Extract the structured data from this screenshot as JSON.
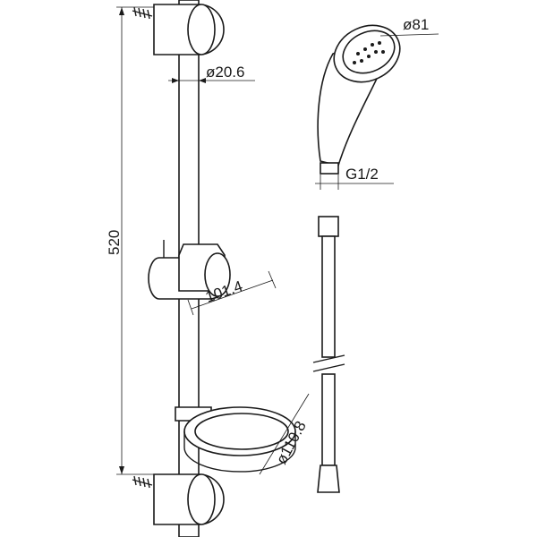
{
  "title": "Shower rail set dimensional drawing",
  "dimensions": {
    "rail_height": "520",
    "rail_diameter": "ø20.6",
    "slider_depth": "101.4",
    "soap_dish_diameter": "ø110.8",
    "handshower_diameter": "ø81",
    "connection_thread": "G1/2"
  },
  "colors": {
    "line": "#1a1a1a",
    "background": "#ffffff"
  }
}
